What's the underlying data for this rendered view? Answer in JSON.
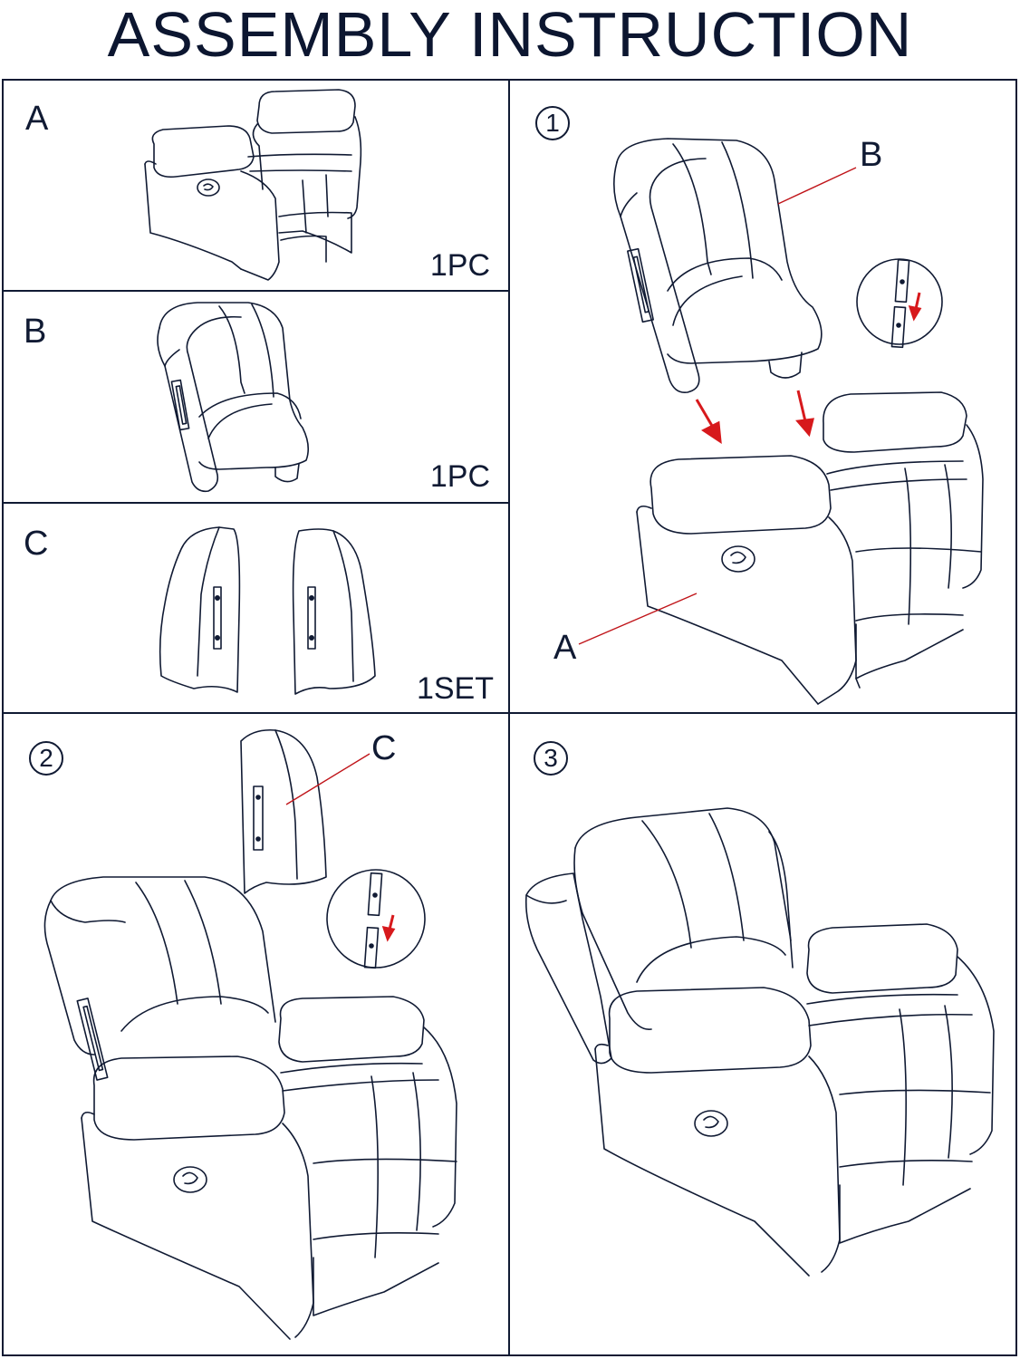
{
  "title": "ASSEMBLY INSTRUCTION",
  "parts": [
    {
      "label": "A",
      "quantity": "1PC"
    },
    {
      "label": "B",
      "quantity": "1PC"
    },
    {
      "label": "C",
      "quantity": "1SET"
    }
  ],
  "steps": [
    {
      "number": "1",
      "callouts": [
        "B",
        "A"
      ]
    },
    {
      "number": "2",
      "callouts": [
        "C"
      ]
    },
    {
      "number": "3",
      "callouts": []
    }
  ],
  "colors": {
    "line": "#101a33",
    "arrow": "#d7191c",
    "callout": "#c0151a"
  },
  "icons": [
    "recliner-chair-icon",
    "chair-back-icon",
    "side-panel-icon",
    "bracket-detail-icon",
    "down-arrow-icon"
  ]
}
